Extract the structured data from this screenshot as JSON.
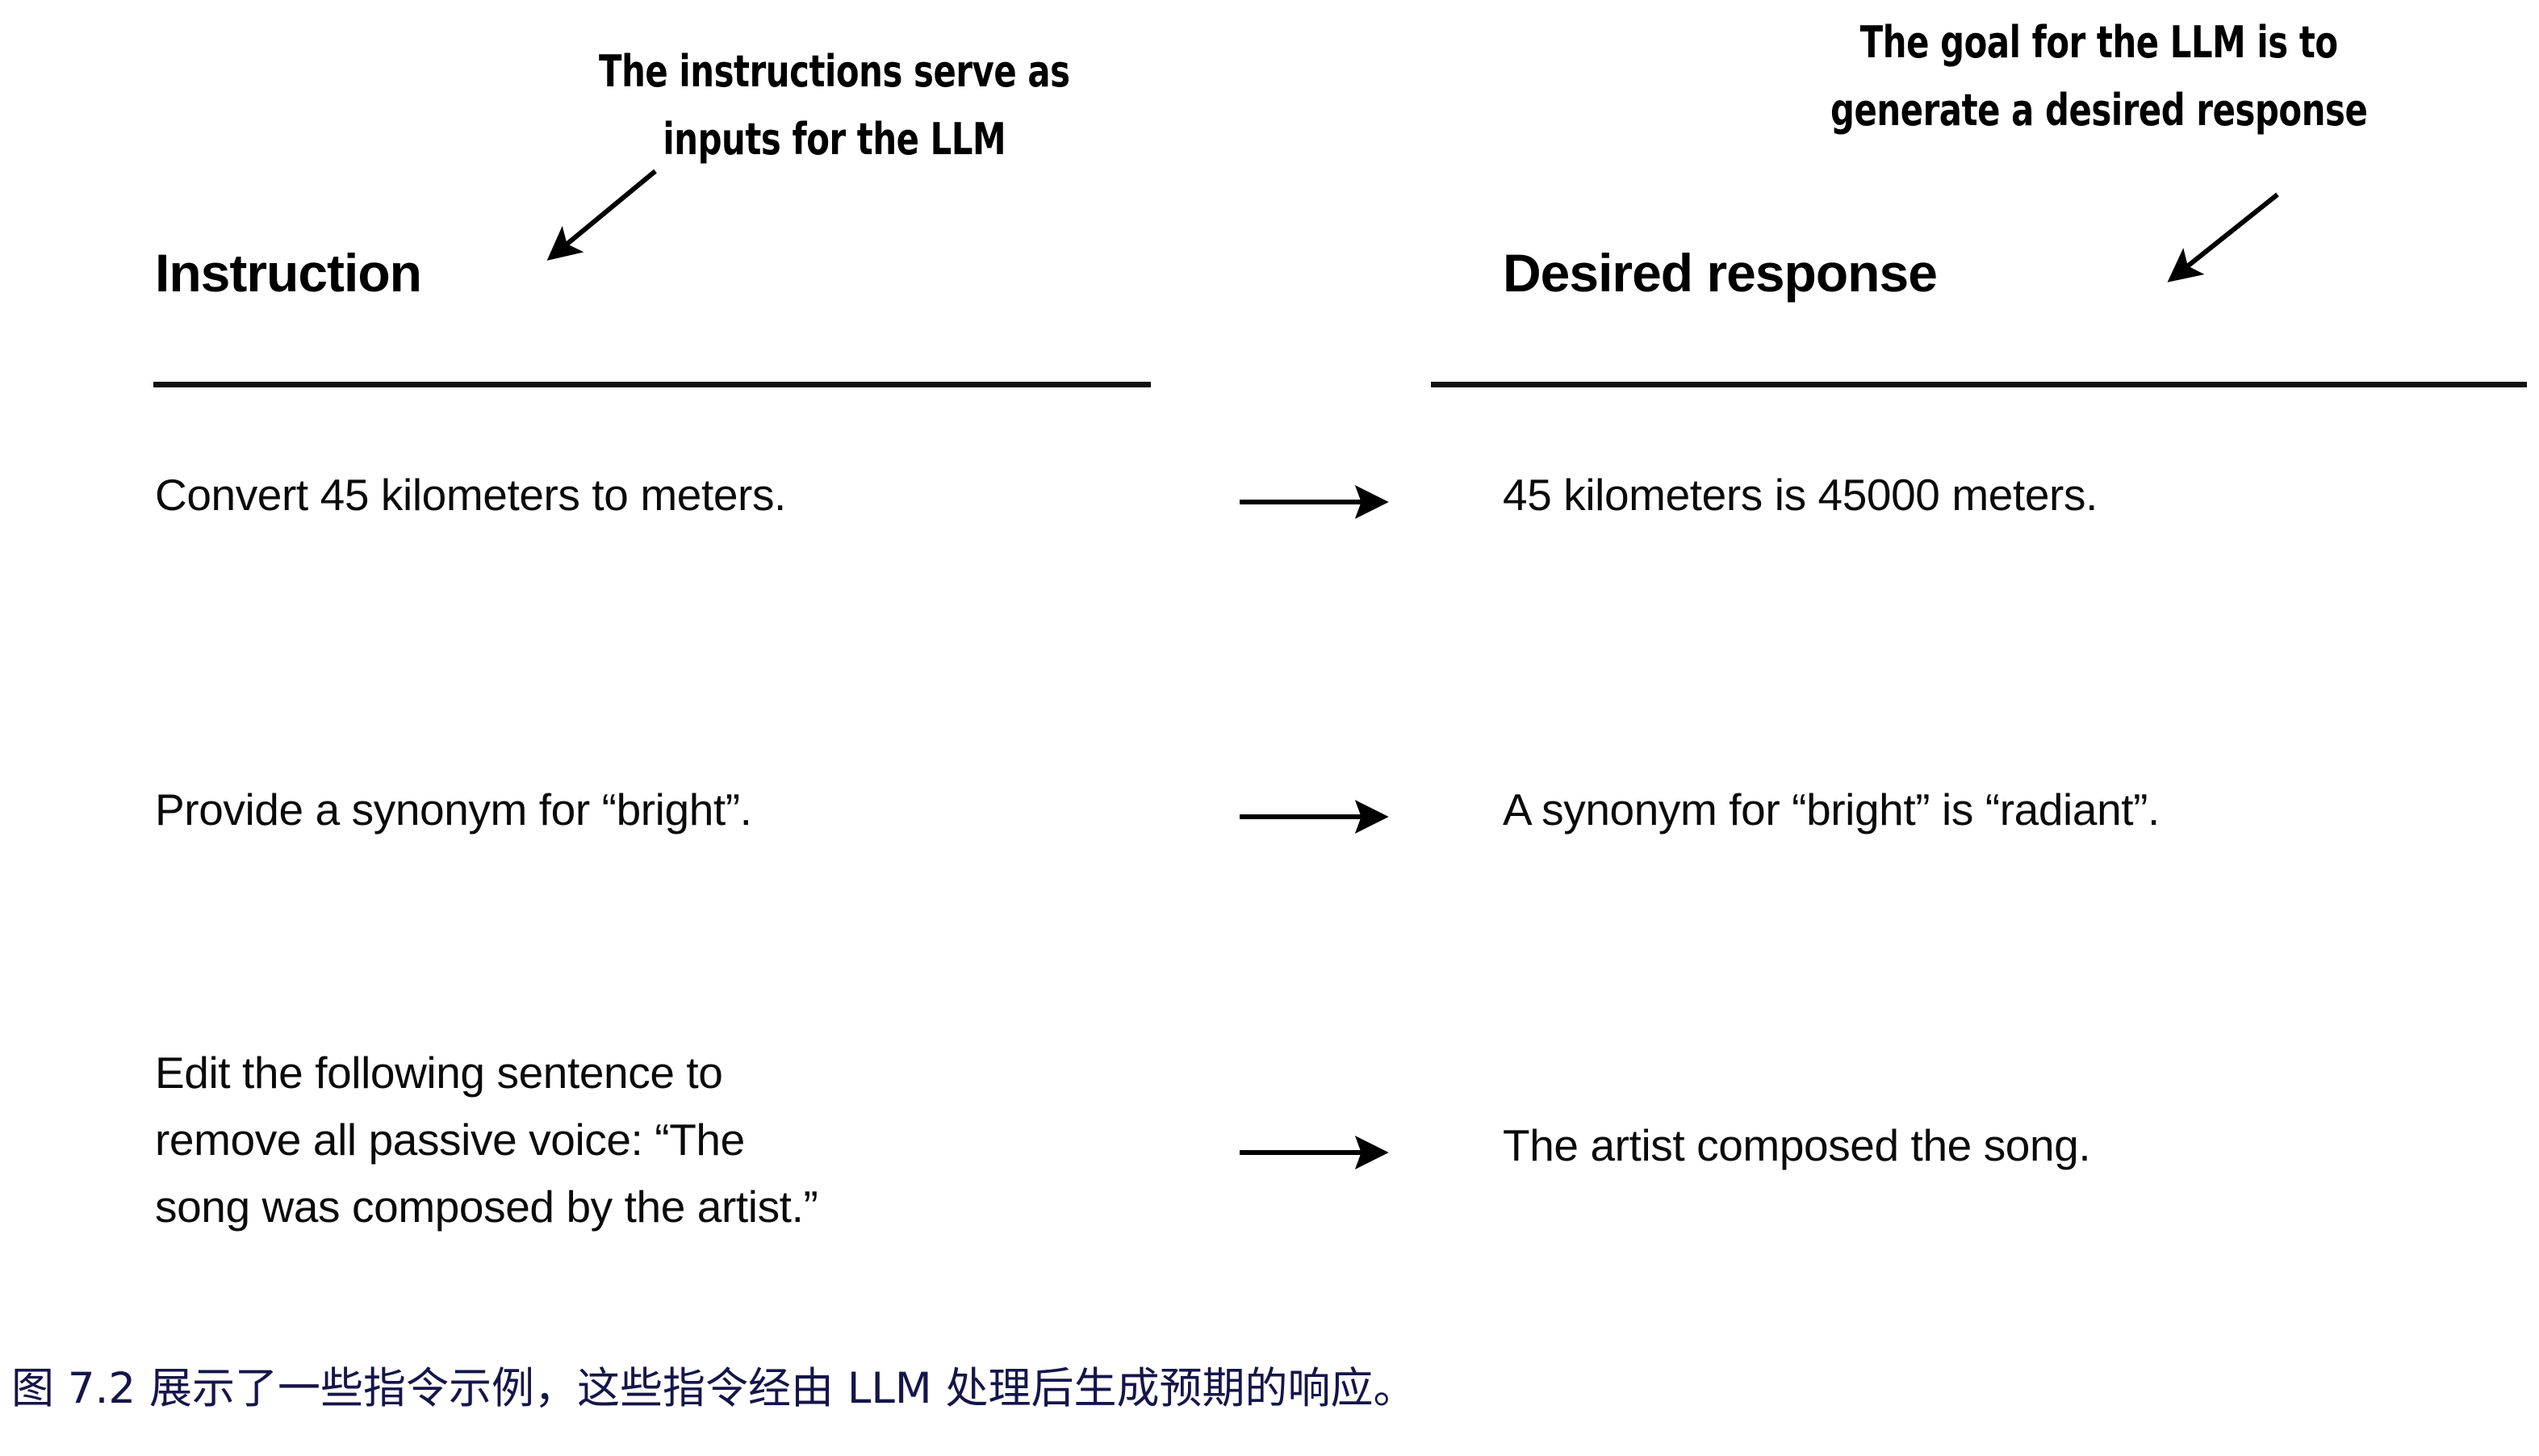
{
  "figure": {
    "title_note_left": {
      "line1": "The instructions serve as",
      "line2": "inputs for the LLM"
    },
    "title_note_right": {
      "line1": "The goal for the LLM is to",
      "line2": "generate a desired response"
    },
    "columns": {
      "instruction_header": "Instruction",
      "response_header": "Desired response"
    },
    "rows": [
      {
        "instruction_lines": [
          "Convert 45 kilometers to meters."
        ],
        "response_lines": [
          "45 kilometers is 45000 meters."
        ],
        "connector": "arrow-right"
      },
      {
        "instruction_lines": [
          "Provide a synonym for “bright”."
        ],
        "response_lines": [
          "A synonym for “bright” is “radiant”."
        ],
        "connector": "arrow-right"
      },
      {
        "instruction_lines": [
          "Edit the following sentence to",
          "remove all passive voice: “The",
          "song was composed by the artist.”"
        ],
        "response_lines": [
          "The artist composed the song."
        ],
        "connector": "arrow-right"
      }
    ],
    "caption": "图 7.2 展示了一些指令示例，这些指令经由 LLM 处理后生成预期的响应。",
    "colors": {
      "background": "#ffffff",
      "text": "#000000",
      "rule": "#111111",
      "caption": "#15154a",
      "arrow": "#000000"
    }
  }
}
